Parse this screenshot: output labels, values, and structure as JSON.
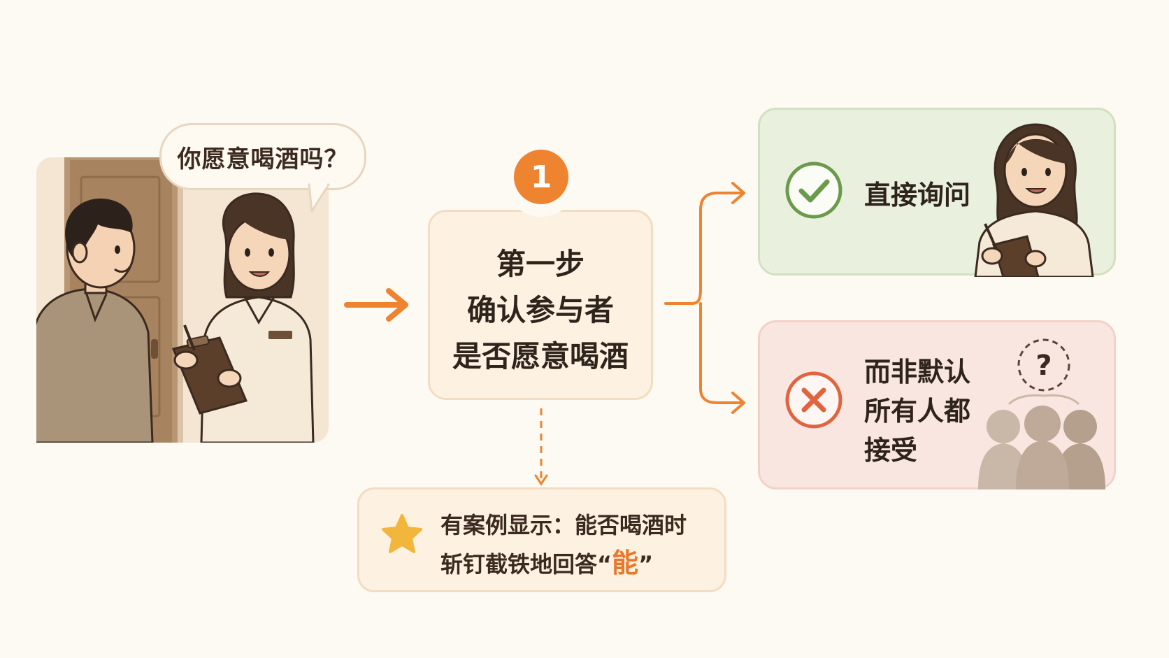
{
  "speech_bubble": {
    "text": "你愿意喝酒吗？"
  },
  "step": {
    "number": "1",
    "lines": [
      "第一步",
      "确认参与者",
      "是否愿意喝酒"
    ]
  },
  "note": {
    "line1": "有案例显示：能否喝酒时",
    "line2_prefix": "斩钉截铁地回答“",
    "line2_highlight": "能",
    "line2_suffix": "”"
  },
  "options": {
    "yes": {
      "label": "直接询问",
      "icon": "check-icon"
    },
    "no": {
      "label_lines": [
        "而非默认",
        "所有人都",
        "接受"
      ],
      "icon": "cross-icon"
    }
  },
  "crowd_question": "?",
  "colors": {
    "accent": "#ee8330",
    "yes_green": "#6a9a4c",
    "no_red": "#e0643f",
    "background": "#fdfaf4"
  }
}
